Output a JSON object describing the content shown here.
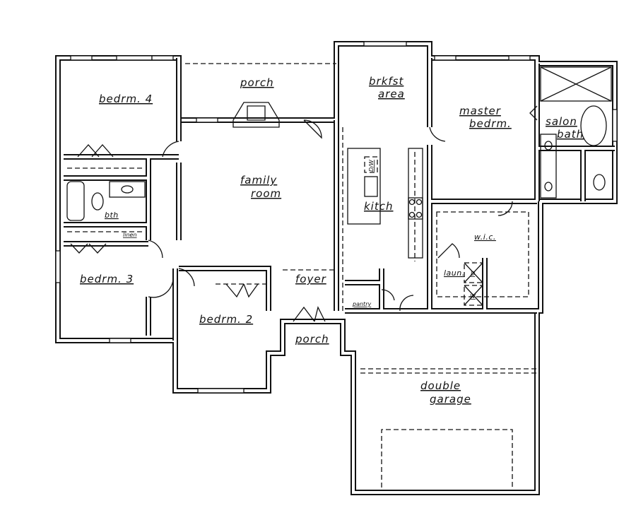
{
  "plan": {
    "rooms": {
      "bedroom4": "bedrm. 4",
      "porch_rear": "porch",
      "breakfast_line1": "brkfst",
      "breakfast_line2": "area",
      "master_line1": "master",
      "master_line2": "bedrm.",
      "salon_line1": "salon",
      "salon_line2": "bath",
      "family_line1": "family",
      "family_line2": "room",
      "kitchen": "kitch",
      "dishwasher": "D/W",
      "wic": "w.i.c.",
      "bath": "bth",
      "linen": "linen",
      "bedroom3": "bedrm. 3",
      "foyer": "foyer",
      "bedroom2": "bedrm. 2",
      "porch_front": "porch",
      "pantry": "pantry",
      "laundry": "laun.",
      "dryer": "D",
      "washer": "W",
      "garage_line1": "double",
      "garage_line2": "garage"
    }
  }
}
